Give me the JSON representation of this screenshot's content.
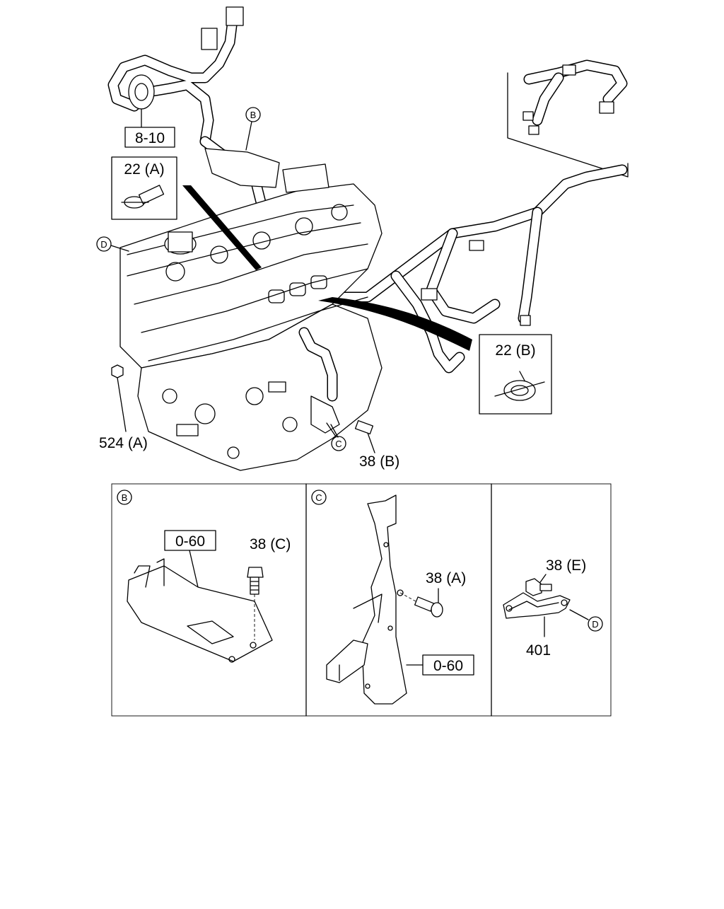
{
  "diagram": {
    "callouts": {
      "c_8_10": "8-10",
      "c_22a": "22 (A)",
      "c_22b": "22 (B)",
      "c_524a": "524 (A)",
      "c_38b": "38 (B)",
      "c_0_60_b": "0-60",
      "c_38c": "38 (C)",
      "c_38a": "38 (A)",
      "c_0_60_c": "0-60",
      "c_38e": "38 (E)",
      "c_401": "401"
    },
    "refs": {
      "B": "B",
      "C": "C",
      "D": "D"
    }
  }
}
